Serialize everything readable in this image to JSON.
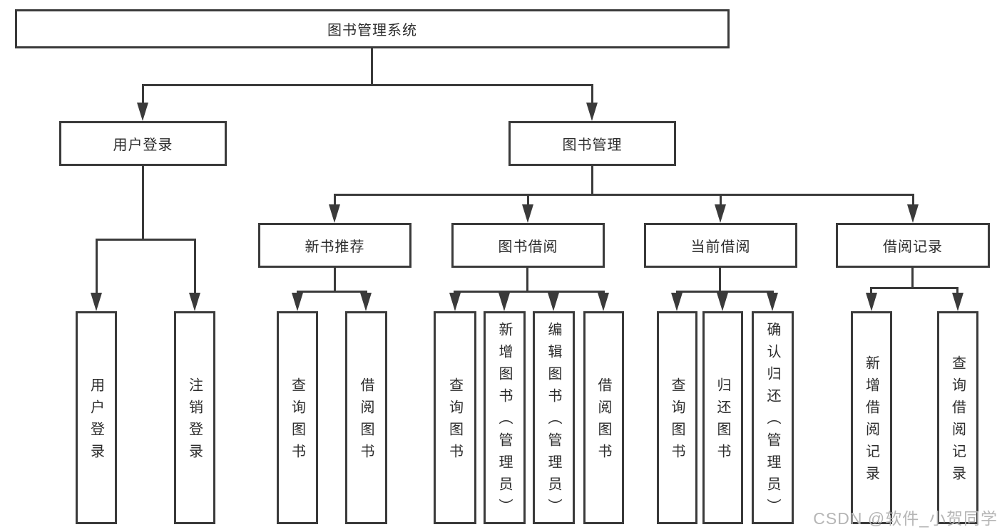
{
  "colors": {
    "line": "#3a3a3a",
    "text": "#2d2d2d",
    "box_bg": "#ffffff",
    "watermark": "#b5b5b5"
  },
  "tree": {
    "root": "图书管理系统",
    "branches": [
      {
        "label": "用户登录",
        "children": [
          "用户登录",
          "注销登录"
        ]
      },
      {
        "label": "图书管理",
        "groups": [
          {
            "label": "新书推荐",
            "children": [
              "查询图书",
              "借阅图书"
            ]
          },
          {
            "label": "图书借阅",
            "children": [
              "查询图书",
              "新增图书（管理员）",
              "编辑图书（管理员）",
              "借阅图书"
            ]
          },
          {
            "label": "当前借阅",
            "children": [
              "查询图书",
              "归还图书",
              "确认归还（管理员）"
            ]
          },
          {
            "label": "借阅记录",
            "children": [
              "新增借阅记录",
              "查询借阅记录"
            ]
          }
        ]
      }
    ]
  },
  "watermark": "CSDN @软件_小贺同学"
}
